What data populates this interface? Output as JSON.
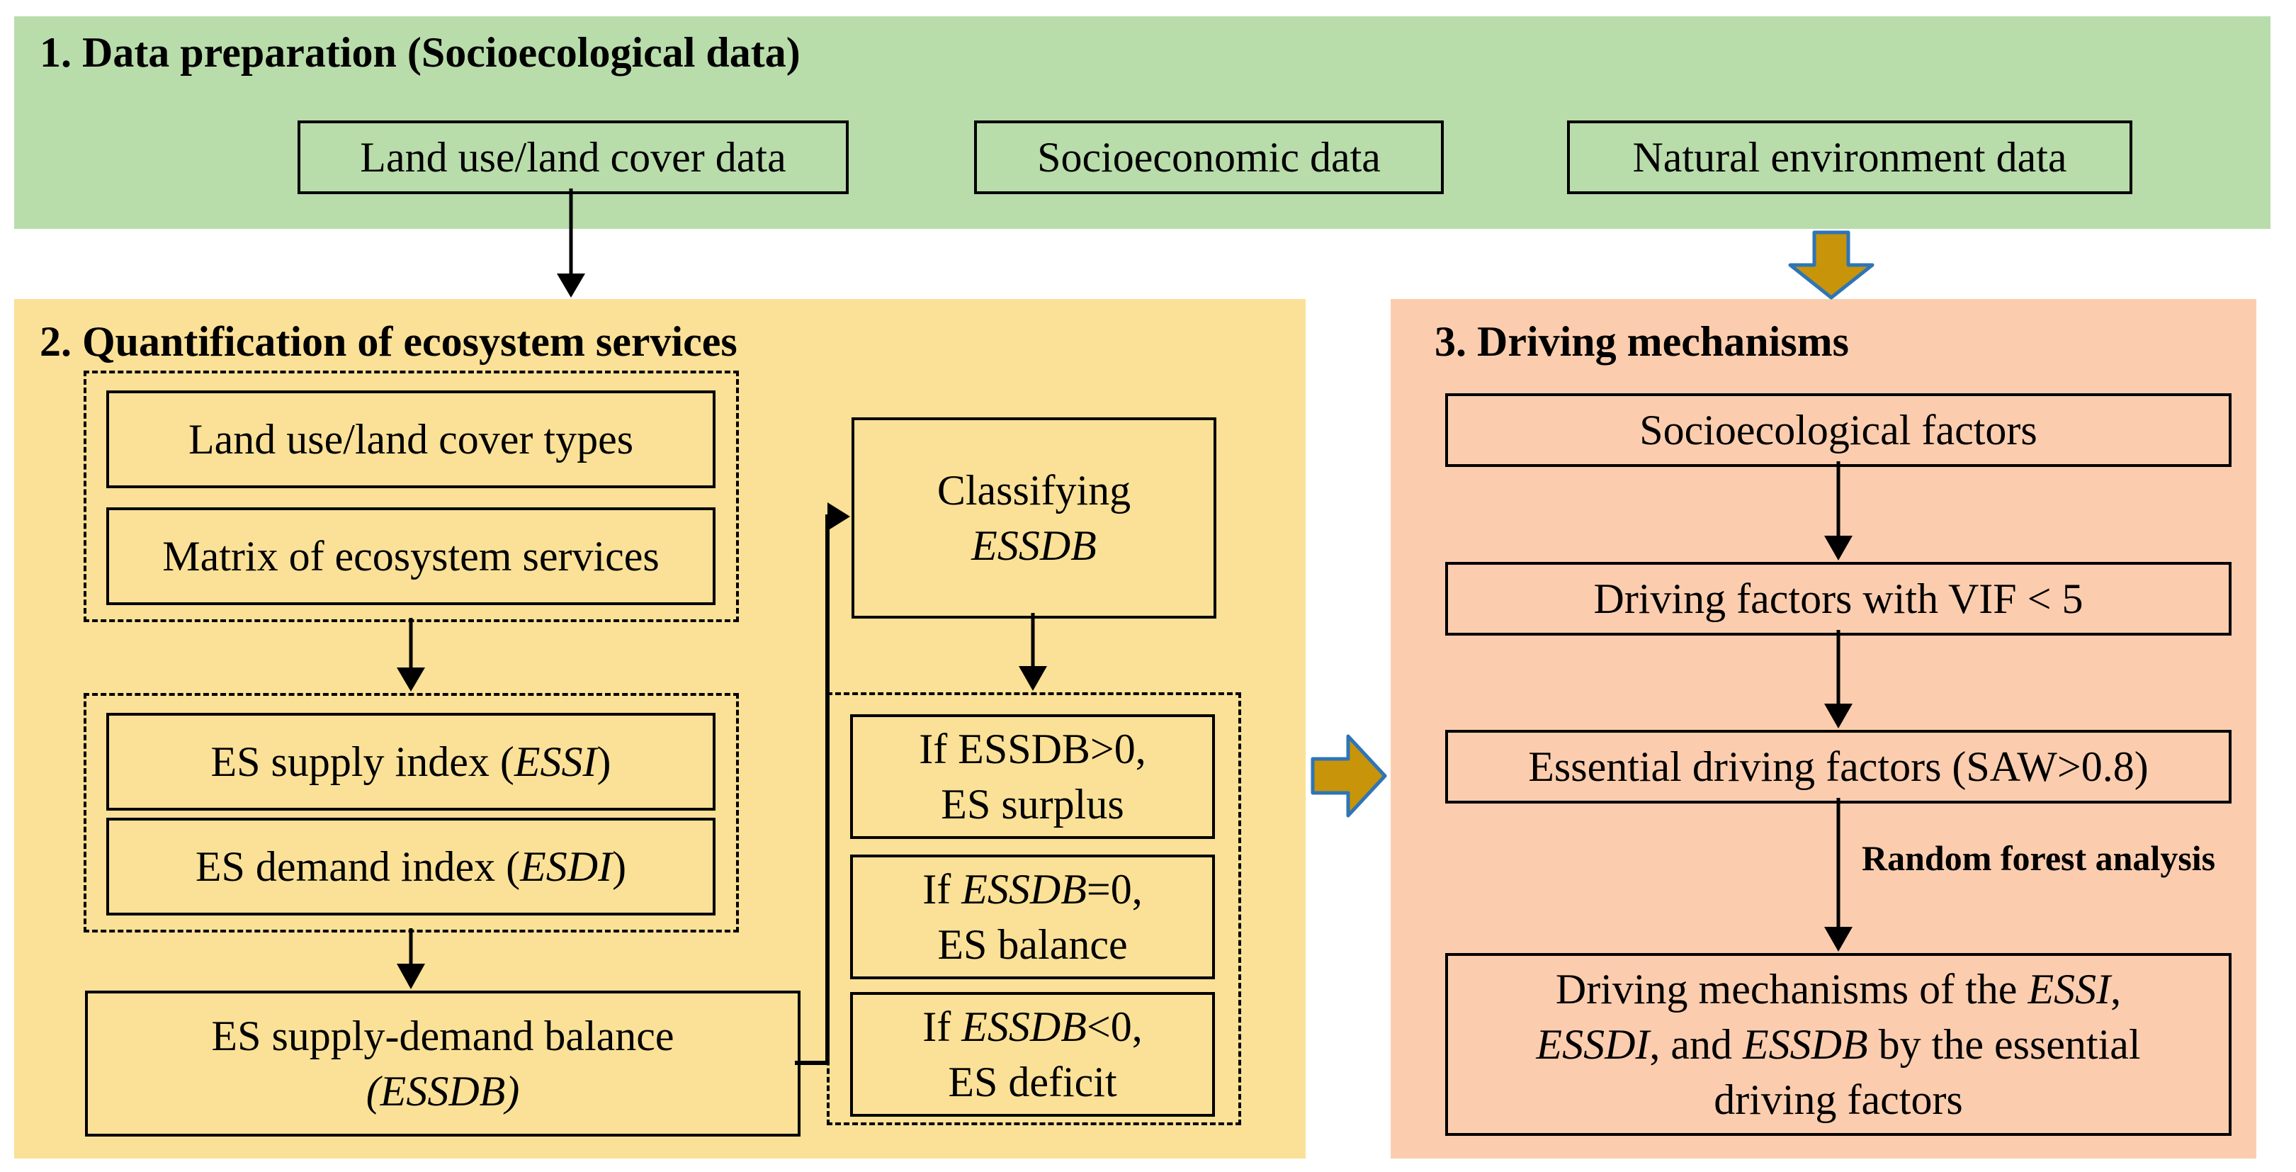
{
  "colors": {
    "green_bg": "#b9dcab",
    "yellow_bg": "#fae197",
    "orange_bg": "#fbcdae",
    "gold_arrow_fill": "#c8940a",
    "gold_arrow_stroke": "#2e75b6",
    "black": "#000000"
  },
  "green": {
    "title": "1. Data preparation (Socioecological data)",
    "boxes": [
      {
        "label": "Land use/land cover data"
      },
      {
        "label": "Socioeconomic data"
      },
      {
        "label": "Natural environment data"
      }
    ]
  },
  "yellow": {
    "title": "2. Quantification of ecosystem services",
    "lulc_types": {
      "parts": [
        {
          "t": "Land use/land cover types"
        }
      ]
    },
    "matrix": {
      "parts": [
        {
          "t": "Matrix of ecosystem services"
        }
      ]
    },
    "essi": {
      "parts": [
        {
          "t": "ES supply index ("
        },
        {
          "t": "ESSI",
          "i": true
        },
        {
          "t": ")"
        }
      ]
    },
    "esdi": {
      "parts": [
        {
          "t": "ES demand index ("
        },
        {
          "t": "ESDI",
          "i": true
        },
        {
          "t": ")"
        }
      ]
    },
    "essdb": {
      "parts": [
        {
          "t": "ES supply-demand balance"
        },
        {
          "br": true
        },
        {
          "t": "(",
          "i": true
        },
        {
          "t": "ESSDB",
          "i": true
        },
        {
          "t": ")",
          "i": true
        }
      ]
    },
    "classifying": {
      "parts": [
        {
          "t": "Classifying"
        },
        {
          "br": true
        },
        {
          "t": "ESSDB",
          "i": true
        }
      ]
    },
    "surplus": {
      "parts": [
        {
          "t": "If ESSDB>0,"
        },
        {
          "br": true
        },
        {
          "t": "ES surplus"
        }
      ]
    },
    "balance": {
      "parts": [
        {
          "t": "If "
        },
        {
          "t": "ESSDB",
          "i": true
        },
        {
          "t": "=0,"
        },
        {
          "br": true
        },
        {
          "t": "ES balance"
        }
      ]
    },
    "deficit": {
      "parts": [
        {
          "t": "If "
        },
        {
          "t": "ESSDB",
          "i": true
        },
        {
          "t": "<0,"
        },
        {
          "br": true
        },
        {
          "t": "ES deficit"
        }
      ]
    }
  },
  "orange": {
    "title": "3. Driving mechanisms",
    "socio": {
      "parts": [
        {
          "t": "Socioecological factors"
        }
      ]
    },
    "vif": {
      "parts": [
        {
          "t": "Driving factors with VIF < 5"
        }
      ]
    },
    "saw": {
      "parts": [
        {
          "t": "Essential driving factors (SAW>0.8)"
        }
      ]
    },
    "rf_label": "Random forest analysis",
    "final": {
      "parts": [
        {
          "t": "Driving mechanisms of  the "
        },
        {
          "t": "ESSI",
          "i": true
        },
        {
          "t": ","
        },
        {
          "br": true
        },
        {
          "t": "ESSDI",
          "i": true
        },
        {
          "t": ", and "
        },
        {
          "t": "ESSDB",
          "i": true
        },
        {
          "t": " by the essential"
        },
        {
          "br": true
        },
        {
          "t": "driving factors"
        }
      ]
    }
  }
}
